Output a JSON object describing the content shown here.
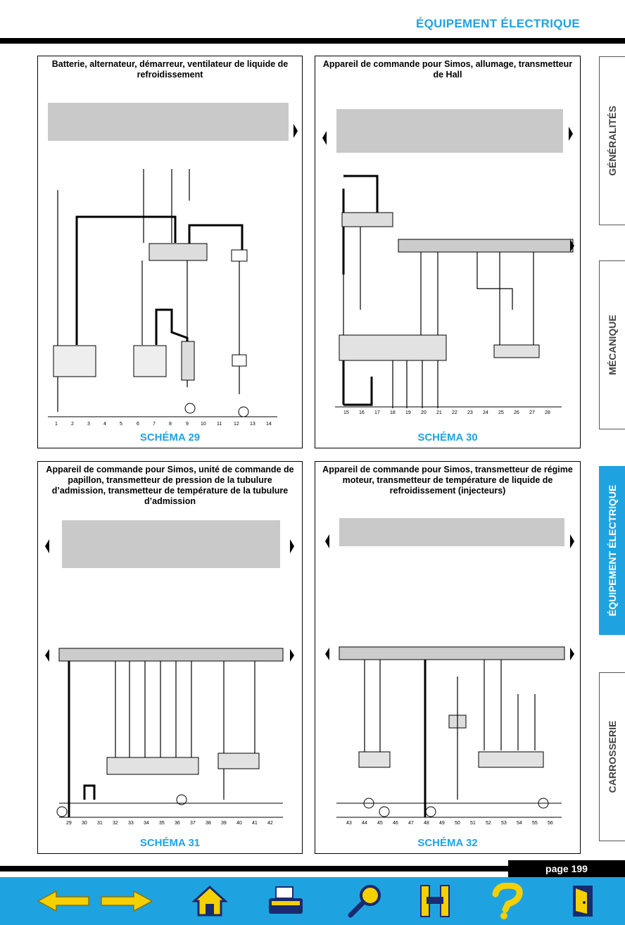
{
  "header": {
    "title": "ÉQUIPEMENT ÉLECTRIQUE"
  },
  "panels": [
    {
      "title": "Batterie, alternateur, démarreur, ventilateur de liquide de refroidissement",
      "schema": "SCHÉMA 29"
    },
    {
      "title": "Appareil de commande pour Simos, allumage, transmetteur de Hall",
      "schema": "SCHÉMA 30"
    },
    {
      "title": "Appareil de commande pour Simos, unité de commande de papillon, transmetteur de pression de la tubulure d’admission, transmetteur de température de la tubulure d’admission",
      "schema": "SCHÉMA 31"
    },
    {
      "title": "Appareil de commande pour Simos, transmetteur de régime moteur, transmetteur de température de liquide de refroidissement (injecteurs)",
      "schema": "SCHÉMA 32"
    }
  ],
  "tabs": [
    "GÉNÉRALITÉS",
    "MÉCANIQUE",
    "ÉQUIPEMENT ÉLECTRIQUE",
    "CARROSSERIE"
  ],
  "active_tab": "ÉQUIPEMENT ÉLECTRIQUE",
  "footer": {
    "page": "page 199"
  },
  "nav_icons": [
    "arrow-left-icon",
    "arrow-right-icon",
    "home-icon",
    "print-icon",
    "search-icon",
    "index-icon",
    "help-icon",
    "exit-icon"
  ],
  "colors": {
    "accent": "#1fa3e0",
    "yellow": "#f5d000",
    "black": "#000000"
  }
}
